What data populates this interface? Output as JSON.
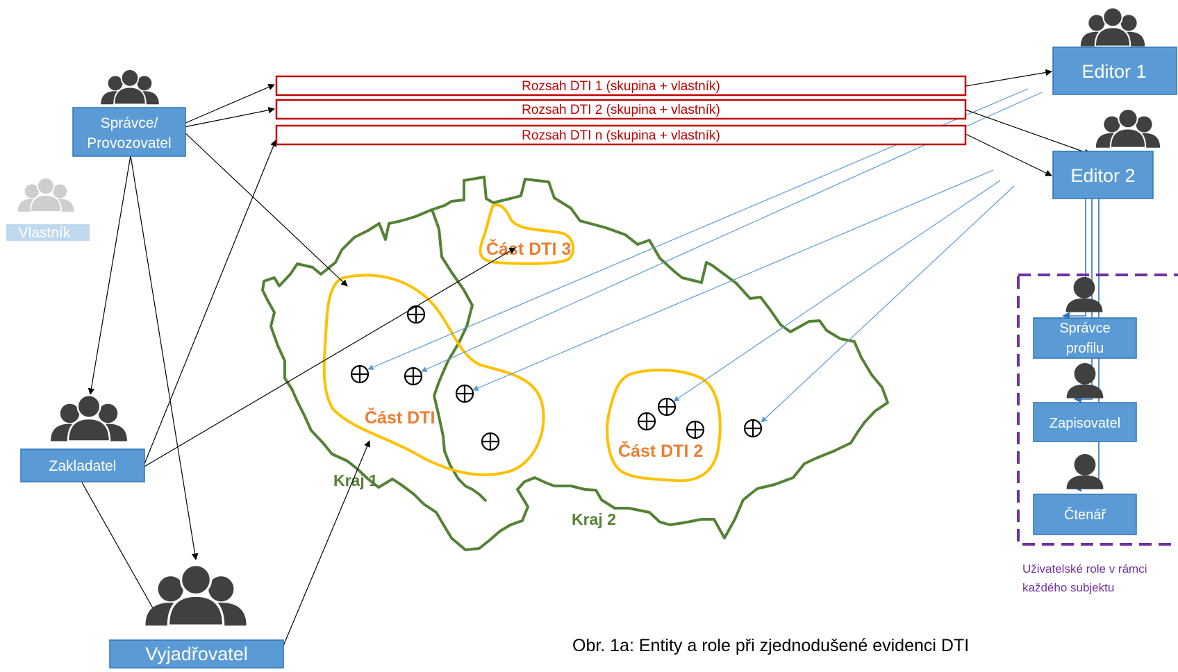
{
  "actors": {
    "spravce": {
      "label_line1": "Správce/",
      "label_line2": "Provozovatel"
    },
    "vlastnik": {
      "label": "Vlastník"
    },
    "zakladatel": {
      "label": "Zakladatel"
    },
    "vyjadrovatel": {
      "label": "Vyjadřovatel"
    },
    "editor1": {
      "label": "Editor 1"
    },
    "editor2": {
      "label": "Editor 2"
    }
  },
  "scopes": [
    {
      "label": "Rozsah DTI 1 (skupina + vlastník)"
    },
    {
      "label": "Rozsah DTI 2 (skupina + vlastník)"
    },
    {
      "label": "Rozsah DTI n (skupina + vlastník)"
    }
  ],
  "map": {
    "part_main": "Část DTI",
    "part_2": "Část DTI 2",
    "part_3": "Část DTI 3",
    "region_1": "Kraj 1",
    "region_2": "Kraj 2"
  },
  "user_roles": {
    "spravce_profilu_line1": "Správce",
    "spravce_profilu_line2": "profilu",
    "zapisovatel": "Zapisovatel",
    "ctenar": "Čtenář",
    "caption_line1": "Uživatelské role v rámci",
    "caption_line2": "každého subjektu"
  },
  "caption": "Obr. 1a: Entity a role při zjednodušené evidenci DTI",
  "colors": {
    "box_blue": "#5b9bd5",
    "box_border": "#2e75b6",
    "scope_red": "#c00000",
    "region_green": "#548235",
    "part_orange": "#ffc000",
    "part_text": "#ed7d31",
    "roles_purple": "#7030a0",
    "person_gray": "#404040",
    "thin_blue": "#5b9bd5"
  }
}
